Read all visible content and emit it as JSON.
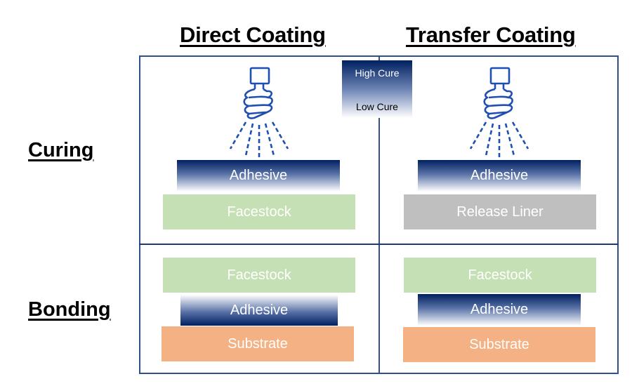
{
  "columns": [
    "Direct Coating",
    "Transfer Coating"
  ],
  "rows": [
    "Curing",
    "Bonding"
  ],
  "legend": {
    "high": "High Cure",
    "low": "Low Cure"
  },
  "icons": {
    "lamp": "uv-lamp-icon"
  },
  "colors": {
    "adhesive_dark": "#002060",
    "facestock": "#c5e0b4",
    "release_liner": "#bfbfbf",
    "substrate": "#f4b183",
    "grid": "#2f4f8f",
    "lamp": "#1f4fb0"
  },
  "cells": {
    "curing_direct": {
      "adhesive": "Adhesive",
      "base": "Facestock"
    },
    "curing_transfer": {
      "adhesive": "Adhesive",
      "base": "Release Liner"
    },
    "bonding_direct": {
      "top": "Facestock",
      "adhesive": "Adhesive",
      "bottom": "Substrate"
    },
    "bonding_transfer": {
      "top": "Facestock",
      "adhesive": "Adhesive",
      "bottom": "Substrate"
    }
  }
}
